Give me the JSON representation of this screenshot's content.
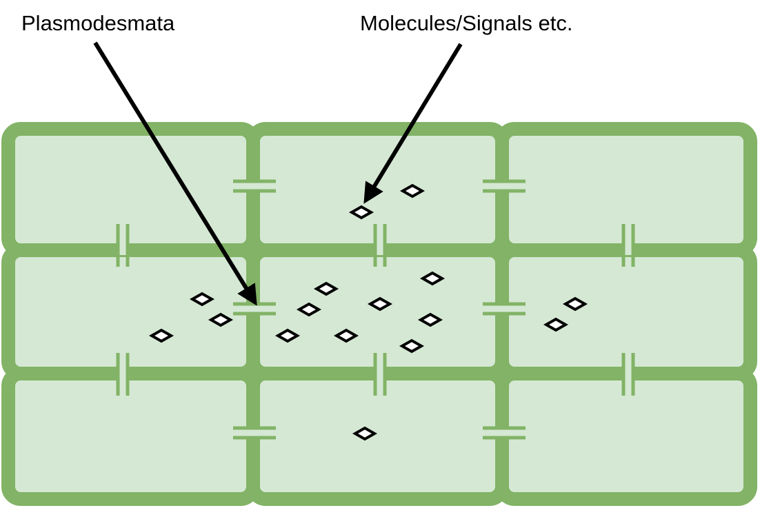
{
  "labels": {
    "plasmodesmata": "Plasmodesmata",
    "molecules": "Molecules/Signals etc."
  },
  "colors": {
    "cell_wall": "#82b366",
    "cell_fill": "#d5e8d4",
    "molecule_stroke": "#000000",
    "molecule_fill": "#ffffff",
    "arrow": "#000000",
    "label_text": "#000000"
  },
  "icons": {
    "molecule": "diamond-icon",
    "plasmodesma": "double-bar-channel",
    "pointer": "arrow-icon"
  },
  "grid": {
    "rows": 3,
    "columns": 3
  }
}
